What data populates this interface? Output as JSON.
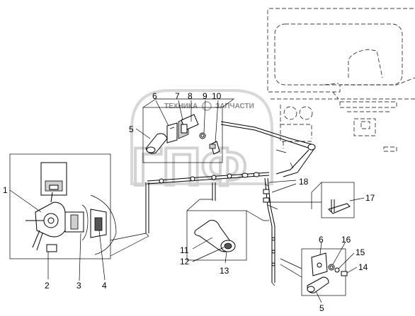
{
  "watermark": {
    "line1": "ТЕХНИКА",
    "line2": "ЗАПЧАСТИ",
    "logo": "ГПФ",
    "logo_icon": "gear-logo-icon"
  },
  "callouts": {
    "c1": "1",
    "c2": "2",
    "c3": "3",
    "c4": "4",
    "c5a": "5",
    "c5b": "5",
    "c6a": "6",
    "c6b": "6",
    "c7": "7",
    "c8": "8",
    "c9": "9",
    "c10": "10",
    "c11": "11",
    "c12": "12",
    "c13": "13",
    "c14": "14",
    "c15": "15",
    "c16": "16",
    "c17": "17",
    "c18": "18"
  }
}
